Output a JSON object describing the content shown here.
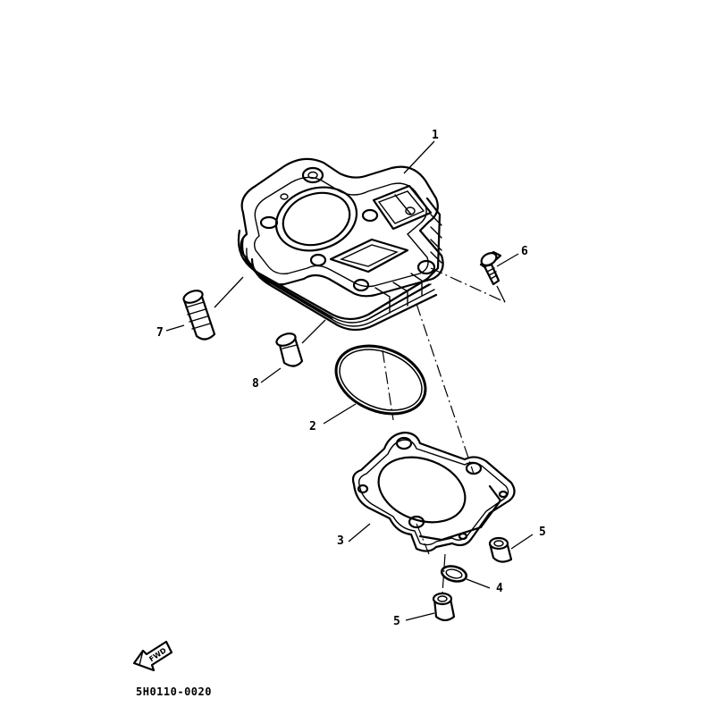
{
  "diagram": {
    "drawing_code": "5H0110-0020",
    "fwd_label": "FWD",
    "callouts": [
      {
        "id": "1",
        "label": "1"
      },
      {
        "id": "2",
        "label": "2"
      },
      {
        "id": "3",
        "label": "3"
      },
      {
        "id": "4",
        "label": "4"
      },
      {
        "id": "5a",
        "label": "5"
      },
      {
        "id": "5b",
        "label": "5"
      },
      {
        "id": "6",
        "label": "6"
      },
      {
        "id": "7",
        "label": "7"
      },
      {
        "id": "8",
        "label": "8"
      }
    ]
  }
}
